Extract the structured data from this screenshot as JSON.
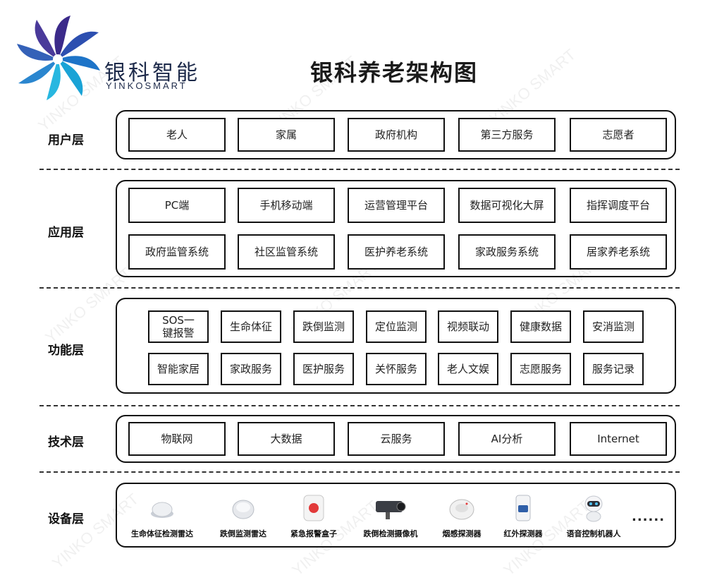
{
  "brand": {
    "name_cn": "银科智能",
    "name_en": "YINKOSMART",
    "watermark": "YINKO SMART"
  },
  "title": "银科养老架构图",
  "layers": {
    "user": {
      "label": "用户层",
      "items": [
        "老人",
        "家属",
        "政府机构",
        "第三方服务",
        "志愿者"
      ]
    },
    "app": {
      "label": "应用层",
      "row1": [
        "PC端",
        "手机移动端",
        "运营管理平台",
        "数据可视化大屏",
        "指挥调度平台"
      ],
      "row2": [
        "政府监管系统",
        "社区监管系统",
        "医护养老系统",
        "家政服务系统",
        "居家养老系统"
      ]
    },
    "func": {
      "label": "功能层",
      "row1": [
        "SOS一键报警",
        "生命体征",
        "跌倒监测",
        "定位监测",
        "视频联动",
        "健康数据",
        "安消监测"
      ],
      "row2": [
        "智能家居",
        "家政服务",
        "医护服务",
        "关怀服务",
        "老人文娱",
        "志愿服务",
        "服务记录"
      ]
    },
    "tech": {
      "label": "技术层",
      "items": [
        "物联网",
        "大数据",
        "云服务",
        "AI分析",
        "Internet"
      ]
    },
    "device": {
      "label": "设备层",
      "items": [
        "生命体征检测雷达",
        "跌倒监测雷达",
        "紧急报警盒子",
        "跌倒检测摄像机",
        "烟感探测器",
        "红外探测器",
        "语音控制机器人"
      ],
      "more": "......"
    }
  },
  "colors": {
    "border": "#111111",
    "logo_blue": "#1e5bb8",
    "logo_purple": "#3b2a8a",
    "logo_cyan": "#1aa3d6"
  }
}
